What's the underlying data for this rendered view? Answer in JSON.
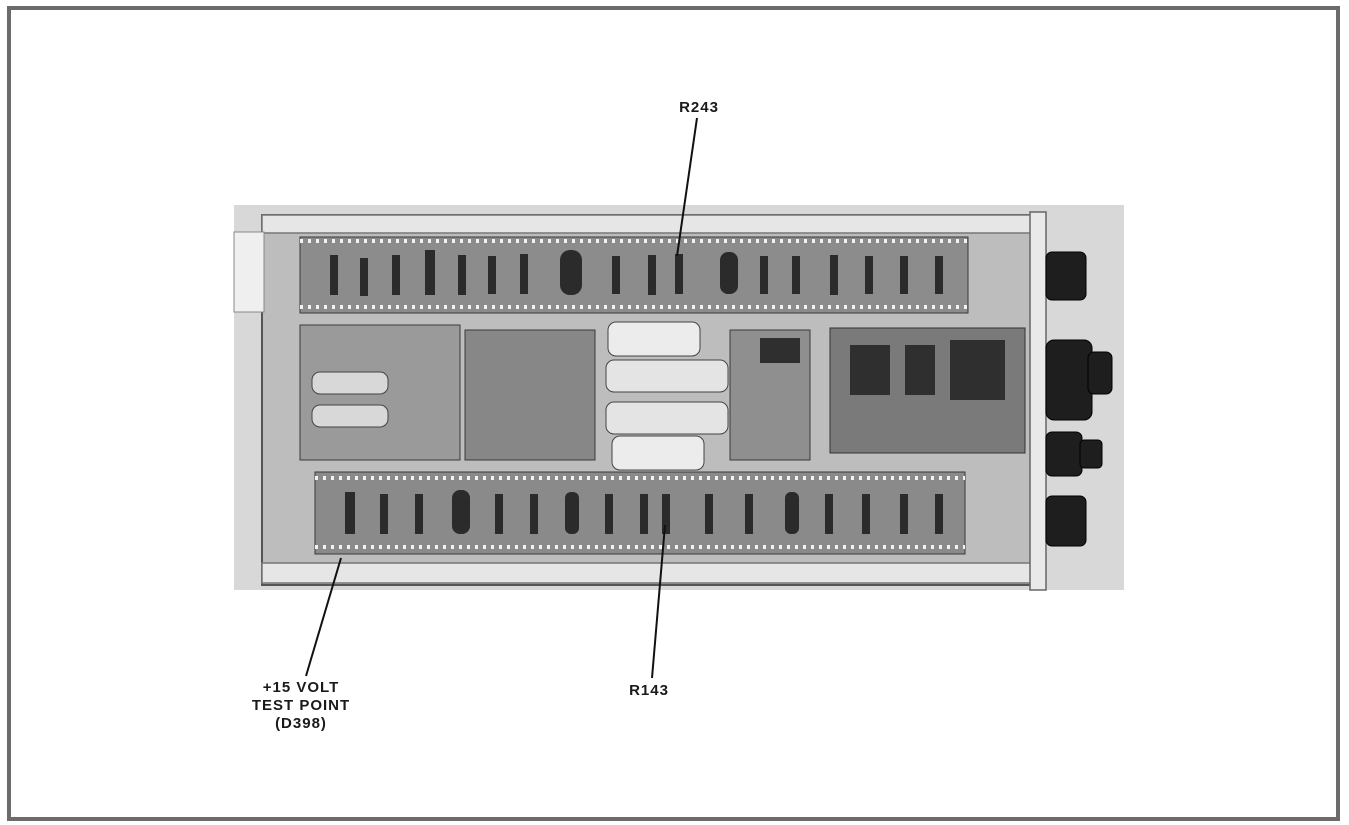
{
  "figure": {
    "labels": {
      "r243": "R243",
      "r143": "R143",
      "test_point": [
        "+15 VOLT",
        "TEST POINT",
        "(D398)"
      ]
    },
    "colors": {
      "frame": "#6b6b6b",
      "chassis": "#c9c9c9",
      "board": "#8e8e8e",
      "component": "#2b2b2b",
      "knob": "#1e1e1e"
    }
  }
}
